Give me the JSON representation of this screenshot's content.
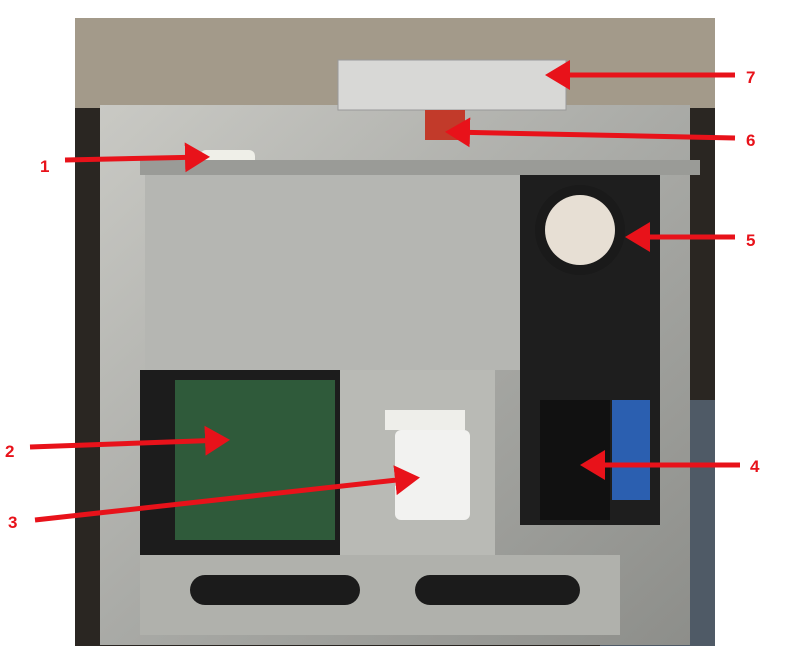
{
  "accent_color": "#e8121a",
  "callouts": [
    {
      "label": "1"
    },
    {
      "label": "2"
    },
    {
      "label": "3"
    },
    {
      "label": "4"
    },
    {
      "label": "5"
    },
    {
      "label": "6"
    },
    {
      "label": "7"
    }
  ]
}
